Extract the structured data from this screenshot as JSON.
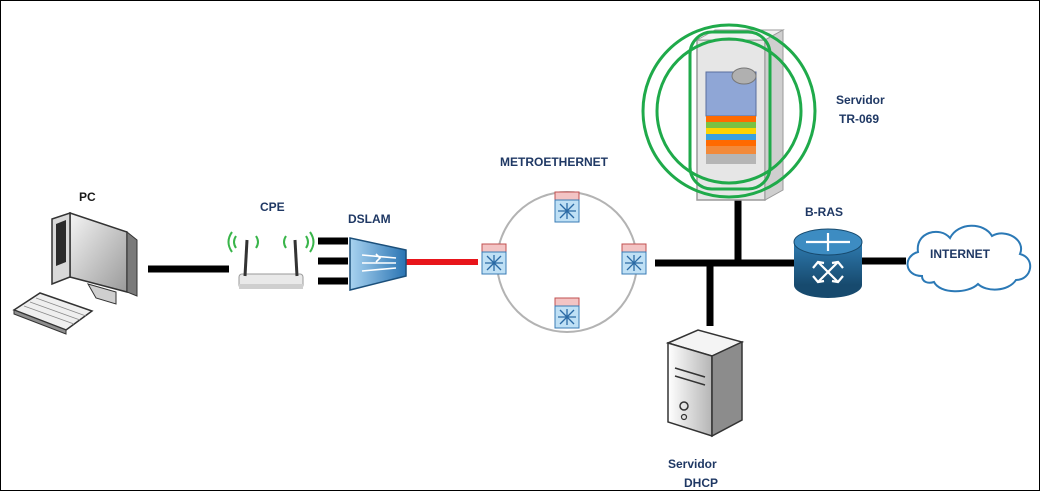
{
  "labels": {
    "pc": "PC",
    "cpe": "CPE",
    "dslam": "DSLAM",
    "metro": "METROETHERNET",
    "tr069_line1": "Servidor",
    "tr069_line2": "TR-069",
    "bras": "B-RAS",
    "internet": "INTERNET",
    "dhcp_line1": "Servidor",
    "dhcp_line2": "DHCP"
  },
  "colors": {
    "link": "#000000",
    "dslam_uplink": "#e8151b",
    "ring": "#b3b3b3",
    "highlight": "#1faa4a",
    "router": "#1f5f8b",
    "cloud": "#2b79b6",
    "label": "#1f3864"
  },
  "icons": [
    "pc-icon",
    "wifi-router-icon",
    "dslam-icon",
    "switch-icon",
    "server-rack-icon",
    "router-icon",
    "cloud-icon",
    "tower-server-icon"
  ]
}
